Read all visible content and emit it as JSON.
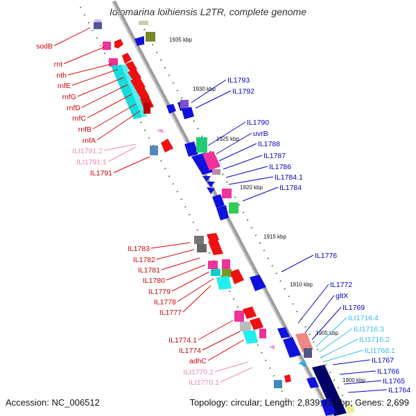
{
  "title": "Idiomarina loihiensis L2TR, complete genome",
  "accession": "Accession: NC_006512",
  "summary": "Topology: circular; Length: 2,839,318 bp; Genes: 2,699",
  "ticks": [
    "1935 kbp",
    "1930 kbp",
    "1925 kbp",
    "1920 kbp",
    "1915 kbp",
    "1910 kbp",
    "1905 kbp",
    "1900 kbp"
  ],
  "genes_left": [
    "sodB",
    "rnt",
    "nth",
    "rnfE",
    "rnfG",
    "rnfD",
    "rnfC",
    "rnfB",
    "rnfA",
    "ILt1791.2",
    "ILt1791.1",
    "IL1791",
    "IL1783",
    "IL1782",
    "IL1781",
    "IL1780",
    "IL1779",
    "IL1778",
    "IL1777",
    "IL1774.1",
    "IL1774",
    "adhC",
    "ILt1770.2",
    "ILt1770.1"
  ],
  "genes_right": [
    "IL1793",
    "IL1792",
    "IL1790",
    "uvrB",
    "IL1788",
    "IL1787",
    "IL1786",
    "IL1784.1",
    "IL1784",
    "IL1776",
    "IL1772",
    "gltX",
    "IL1769",
    "ILt1716.4",
    "ILt1716.3",
    "ILt1716.2",
    "ILt1768.1",
    "IL1767",
    "IL1766",
    "IL1765",
    "IL1764"
  ],
  "colors": {
    "left_label": "#cc0000",
    "left_trna": "#ee88bb",
    "right_label": "#0000cc",
    "right_trna": "#33bbee",
    "tick_dots": "#228822",
    "backbone": "#999999"
  }
}
